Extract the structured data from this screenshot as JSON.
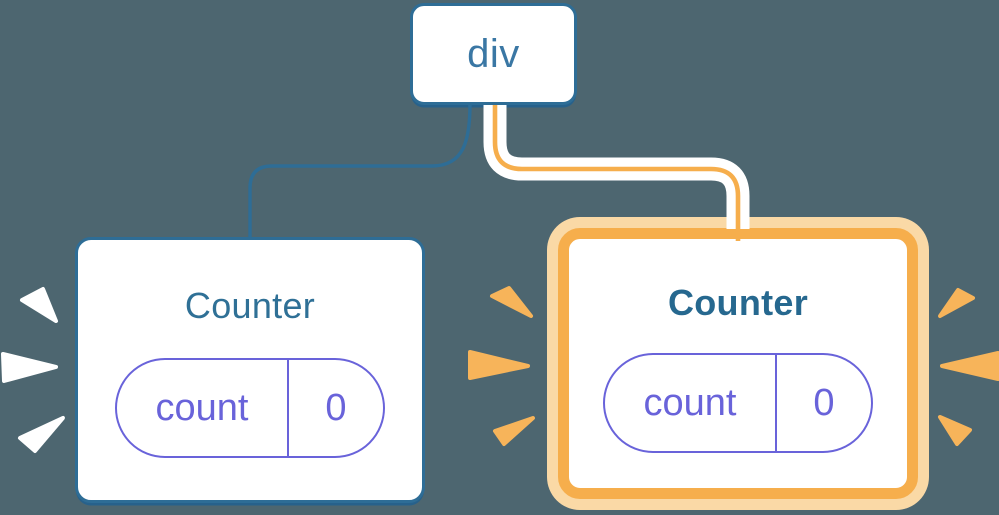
{
  "background_color": "#4d6670",
  "colors": {
    "blue": "#2e6d96",
    "blue_dark": "#27618b",
    "blue_text": "#3a77a4",
    "title_blue": "#2f7096",
    "title_blue_bold": "#26688f",
    "indigo": "#6963da",
    "orange": "#f6ae4c",
    "peach": "#fad9a6",
    "spark_orange": "#f7b45a",
    "spark_white": "#ffffff",
    "card_white": "#ffffff"
  },
  "tree": {
    "root": {
      "label": "div"
    },
    "children": [
      {
        "title": "Counter",
        "highlighted": false,
        "state": {
          "key": "count",
          "value": "0"
        }
      },
      {
        "title": "Counter",
        "highlighted": true,
        "state": {
          "key": "count",
          "value": "0"
        }
      }
    ]
  }
}
